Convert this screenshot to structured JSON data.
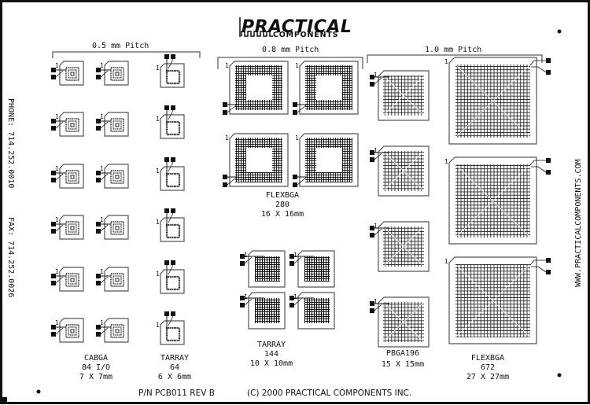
{
  "logo": {
    "line1": "PRACTICAL",
    "line2": "COMPONENTS"
  },
  "sections": [
    {
      "pitch_label": "0.5 mm Pitch"
    },
    {
      "pitch_label": "0.8 mm Pitch"
    },
    {
      "pitch_label": "1.0 mm Pitch"
    }
  ],
  "side_text": {
    "phone": "PHONE: 714.252.0010",
    "fax": "FAX: 714.252.0026",
    "website": "WWW.PRACTICALCOMPONENTS.COM"
  },
  "pin1_marker": "1",
  "components": [
    {
      "name": "CABGA",
      "pins": "84 I/O",
      "size": "7 X 7mm",
      "count": 12
    },
    {
      "name": "TARRAY",
      "pins": "64",
      "size": "6 X 6mm",
      "count": 6
    },
    {
      "name": "FLEXBGA",
      "pins": "280",
      "size": "16 X 16mm",
      "count": 4
    },
    {
      "name": "TARRAY",
      "pins": "144",
      "size": "10 X 10mm",
      "count": 4
    },
    {
      "name": "PBGA196",
      "pins": "",
      "size": "15 X 15mm",
      "count": 4
    },
    {
      "name": "FLEXBGA",
      "pins": "672",
      "size": "27 X 27mm",
      "count": 3
    }
  ],
  "footer": {
    "part_number": "P/N PCB011 REV B",
    "copyright": "(C)  2000 PRACTICAL COMPONENTS INC."
  },
  "colors": {
    "ink": "#111111",
    "background": "#ffffff",
    "outline": "#555555"
  }
}
